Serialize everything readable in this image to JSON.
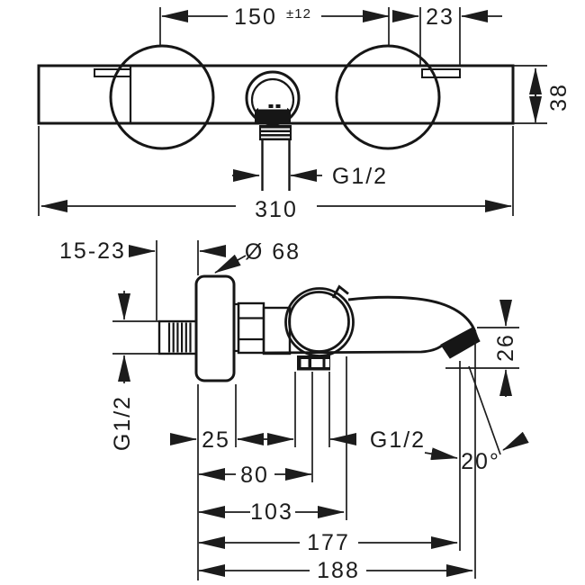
{
  "drawing": {
    "front_view": {
      "dim_union_distance": "150",
      "dim_union_tolerance": "±12",
      "dim_offset": "23",
      "dim_body_height": "38",
      "thread_hose_outlet": "G1/2",
      "dim_total_width": "310"
    },
    "side_view": {
      "dim_wall_depth_range": "15-23",
      "dim_escutcheon_diameter": "Ø 68",
      "thread_wall_connection": "G1/2",
      "dim_wall_to_escutcheon": "25",
      "thread_shower_hose": "G1/2",
      "dim_hose_center_reach": "80",
      "dim_valve_reach": "103",
      "dim_outlet_reach": "177",
      "dim_spout_reach": "188",
      "dim_outlet_height": "26",
      "angle_spout_outlet": "20°"
    }
  }
}
